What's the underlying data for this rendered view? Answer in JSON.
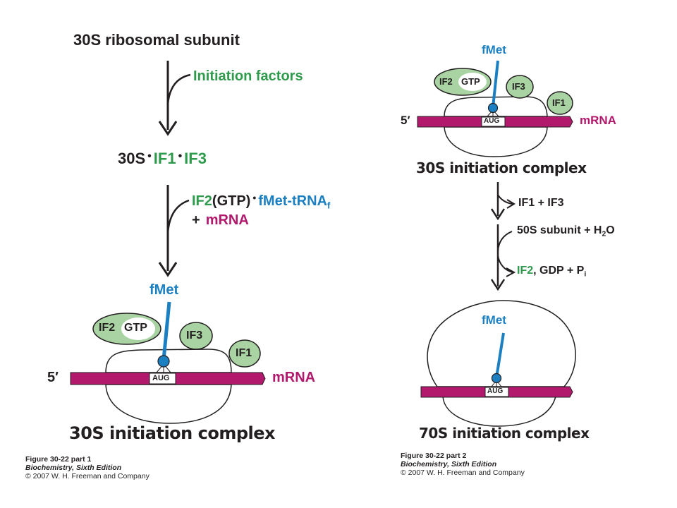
{
  "colors": {
    "green": "#2e9a4c",
    "blue": "#1b7fc1",
    "magenta": "#b2186b",
    "black": "#231f20",
    "pale_green": "#a9d3a3"
  },
  "part1": {
    "title": "30S ribosomal subunit",
    "step1_label": "Initiation factors",
    "intermediate": {
      "s30": "30S",
      "if1": "IF1",
      "if3": "IF3"
    },
    "step2": {
      "if2": "IF2",
      "gtp": "(GTP)",
      "fmet_trna": "fMet-tRNA",
      "fmet_trna_sub": "f",
      "plus": "+",
      "mrna": "mRNA"
    },
    "complex": {
      "fmet": "fMet",
      "if2": "IF2",
      "gtp": "GTP",
      "if3": "IF3",
      "if1": "IF1",
      "five_prime": "5′",
      "aug": "AUG",
      "mrna": "mRNA"
    },
    "complex_title": "30S initiation complex",
    "caption": {
      "figure": "Figure 30-22 part 1",
      "book": "Biochemistry, Sixth Edition",
      "copyright": "© 2007 W. H. Freeman and Company"
    }
  },
  "part2": {
    "complex": {
      "fmet": "fMet",
      "if2": "IF2",
      "gtp": "GTP",
      "if3": "IF3",
      "if1": "IF1",
      "five_prime": "5′",
      "aug": "AUG",
      "mrna": "mRNA"
    },
    "complex_title": "30S initiation complex",
    "release1": {
      "if1": "IF1",
      "plus": "+",
      "if3": "IF3"
    },
    "step_in": {
      "label": "50S subunit + H",
      "sub": "2",
      "tail": "O"
    },
    "step_out": {
      "if2": "IF2",
      "rest": ", GDP + P",
      "sub": "i"
    },
    "final": {
      "fmet": "fMet",
      "aug": "AUG"
    },
    "final_title": "70S initiation complex",
    "caption": {
      "figure": "Figure 30-22 part 2",
      "book": "Biochemistry, Sixth Edition",
      "copyright": "© 2007 W. H. Freeman and Company"
    }
  }
}
